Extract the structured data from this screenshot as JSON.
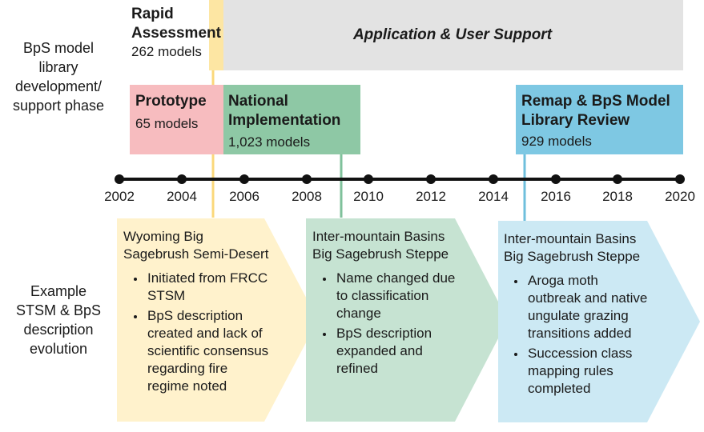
{
  "side_labels": {
    "phase": [
      "BpS model",
      "library",
      "development/",
      "support phase"
    ],
    "evolution": [
      "Example",
      "STSM & BpS",
      "description",
      "evolution"
    ]
  },
  "phases": {
    "rapid": {
      "title": [
        "Rapid",
        "Assessment"
      ],
      "count": "262 models",
      "color": "#fde6a3"
    },
    "application": {
      "title": "Application & User Support",
      "color": "#e3e3e3"
    },
    "prototype": {
      "title": "Prototype",
      "count": "65 models",
      "color": "#f7bcbf"
    },
    "national": {
      "title": [
        "National",
        "Implementation"
      ],
      "count": "1,023 models",
      "color": "#8ec8a5"
    },
    "remap": {
      "title": [
        "Remap & BpS Model",
        "Library Review"
      ],
      "count": "929 models",
      "color": "#7ec8e3"
    }
  },
  "timeline": {
    "years": [
      "2002",
      "2004",
      "2006",
      "2008",
      "2010",
      "2012",
      "2014",
      "2016",
      "2018",
      "2020"
    ]
  },
  "evolution": [
    {
      "title": [
        "Wyoming Big",
        "Sagebrush Semi-Desert"
      ],
      "bullets": [
        [
          "Initiated from FRCC",
          "STSM"
        ],
        [
          "BpS description",
          "created and lack of",
          "scientific consensus",
          "regarding fire",
          "regime noted"
        ]
      ],
      "color": "#fff2cc"
    },
    {
      "title": [
        "Inter-mountain Basins",
        "Big Sagebrush Steppe"
      ],
      "bullets": [
        [
          "Name changed due",
          "to classification",
          "change"
        ],
        [
          "BpS description",
          "expanded and",
          "refined"
        ]
      ],
      "color": "#c6e3d2"
    },
    {
      "title": [
        "Inter-mountain Basins",
        "Big Sagebrush Steppe"
      ],
      "bullets": [
        [
          "Aroga moth",
          "outbreak and native",
          "ungulate grazing",
          "transitions added"
        ],
        [
          "Succession class",
          "mapping rules",
          "completed"
        ]
      ],
      "color": "#cce9f4"
    }
  ]
}
